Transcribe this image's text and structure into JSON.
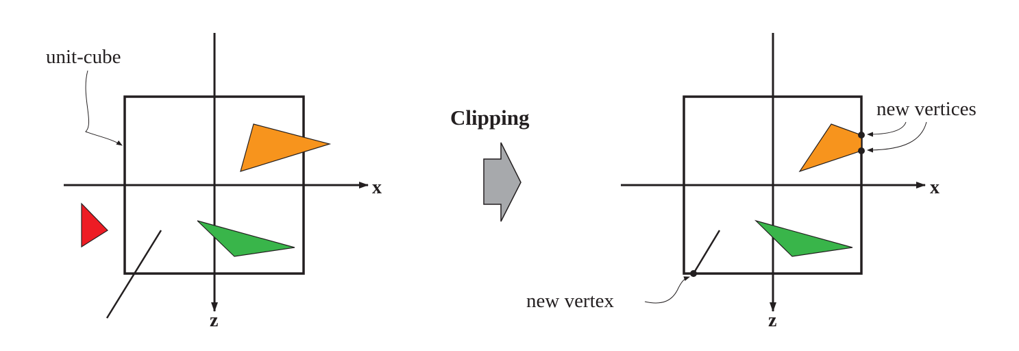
{
  "labels": {
    "unit_cube": "unit-cube",
    "clipping": "Clipping",
    "new_vertices": "new vertices",
    "new_vertex": "new vertex"
  },
  "axes": {
    "x": "x",
    "z": "z"
  },
  "colors": {
    "stroke": "#231f20",
    "orange": "#f7941d",
    "green": "#39b54a",
    "red": "#ed1c24",
    "arrow_fill": "#a7a9ac"
  }
}
